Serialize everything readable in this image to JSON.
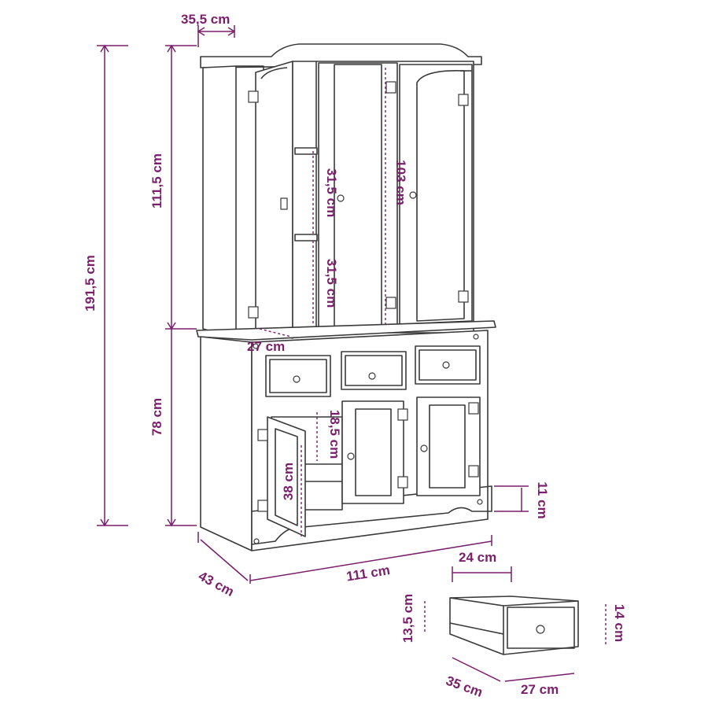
{
  "colors": {
    "dimension": "#7a1f6b",
    "outline": "#3a3a3a",
    "background": "#ffffff"
  },
  "dimensions": {
    "total_height": "191,5 cm",
    "top_height": "111,5 cm",
    "bottom_height": "78 cm",
    "top_depth": "35,5 cm",
    "shelf_spacing_upper": "31,5 cm",
    "shelf_spacing_lower": "31,5 cm",
    "door_height": "103 cm",
    "inner_depth_top": "27 cm",
    "drawer_to_shelf": "18,5 cm",
    "lower_compartment": "38 cm",
    "plinth_height": "11 cm",
    "bottom_depth": "43 cm",
    "width": "111 cm"
  },
  "drawer_detail": {
    "inner_width": "24 cm",
    "inner_height": "13,5 cm",
    "front_height": "14 cm",
    "depth": "35 cm",
    "front_width": "27 cm"
  }
}
